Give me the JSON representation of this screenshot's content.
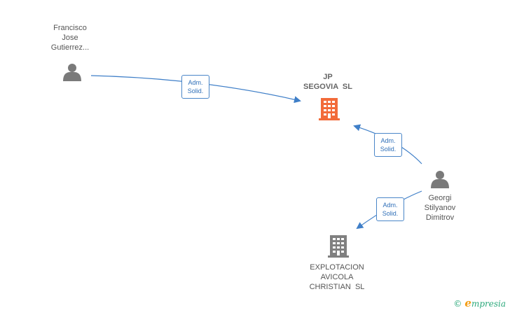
{
  "colors": {
    "edge": "#3f7fc8",
    "person": "#7a7a7a",
    "company_main": "#f26b3a",
    "company_other": "#808080"
  },
  "nodes": {
    "francisco": {
      "lines": [
        "Francisco",
        "Jose",
        "Gutierrez..."
      ],
      "icon": "person-icon"
    },
    "jp_segovia": {
      "lines": [
        "JP",
        "SEGOVIA  SL"
      ],
      "icon": "building-icon"
    },
    "georgi": {
      "lines": [
        "Georgi",
        "Stilyanov",
        "Dimitrov"
      ],
      "icon": "person-icon"
    },
    "explotacion": {
      "lines": [
        "EXPLOTACION",
        "AVICOLA",
        "CHRISTIAN  SL"
      ],
      "icon": "building-icon"
    }
  },
  "edges": [
    {
      "from": "francisco",
      "to": "jp_segovia",
      "label": [
        "Adm.",
        "Solid."
      ]
    },
    {
      "from": "georgi",
      "to": "jp_segovia",
      "label": [
        "Adm.",
        "Solid."
      ]
    },
    {
      "from": "georgi",
      "to": "explotacion",
      "label": [
        "Adm.",
        "Solid."
      ]
    }
  ],
  "watermark": {
    "copyright": "©",
    "brand_initial": "e",
    "brand_rest": "mpresia"
  }
}
